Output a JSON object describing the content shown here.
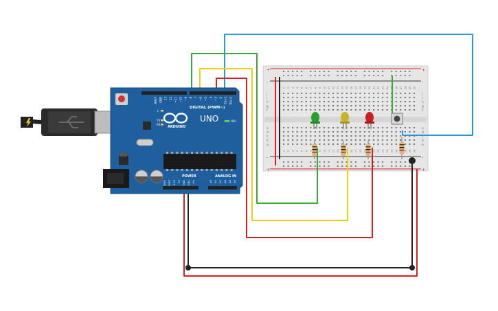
{
  "arduino": {
    "logo_text": "ARDUINO",
    "model": "UNO",
    "digital_label": "DIGITAL (PWM~)",
    "power_label": "POWER",
    "analog_label": "ANALOG IN",
    "on_label": "ON",
    "tx_label": "TX",
    "rx_label": "RX",
    "l_label": "L",
    "digital_pins": [
      "AREF",
      "GND",
      "13",
      "12",
      "~11",
      "~10",
      "~9",
      "8",
      "7",
      "~6",
      "~5",
      "4",
      "~3",
      "2",
      "TX→1",
      "RX←0"
    ],
    "power_pins": [
      "IOREF",
      "RESET",
      "3.3V",
      "5V",
      "GND",
      "GND",
      "Vin"
    ],
    "analog_pins": [
      "A0",
      "A1",
      "A2",
      "A3",
      "A4",
      "A5"
    ]
  },
  "breadboard": {
    "row_letters_top": [
      "j",
      "i",
      "h",
      "g",
      "f"
    ],
    "row_letters_bottom": [
      "e",
      "d",
      "c",
      "b",
      "a"
    ],
    "column_numbers": [
      "1",
      "2",
      "3",
      "4",
      "5",
      "6",
      "7",
      "8",
      "9",
      "10",
      "11",
      "12",
      "13",
      "14",
      "15",
      "16",
      "17",
      "18",
      "19",
      "20",
      "21",
      "22",
      "23",
      "24",
      "25",
      "26",
      "27",
      "28",
      "29",
      "30"
    ],
    "rail_plus": "+",
    "rail_minus": "-"
  },
  "components": {
    "leds": [
      {
        "color": "green",
        "hex": "#22a22c"
      },
      {
        "color": "yellow",
        "hex": "#c8b22c"
      },
      {
        "color": "red",
        "hex": "#cc1f1f"
      }
    ],
    "resistor_count": 4,
    "pushbutton": true
  },
  "wires": [
    {
      "color": "green",
      "hex": "#3aa83a"
    },
    {
      "color": "yellow",
      "hex": "#f0cf1a"
    },
    {
      "color": "red",
      "hex": "#d42222"
    },
    {
      "color": "blue",
      "hex": "#2a97d4"
    },
    {
      "color": "black",
      "hex": "#222222"
    }
  ],
  "colors": {
    "board": "#1f5f9e",
    "board_edge": "#154a80",
    "breadboard": "#e6e6e6",
    "rail_red": "#d42222",
    "rail_black": "#333333"
  }
}
